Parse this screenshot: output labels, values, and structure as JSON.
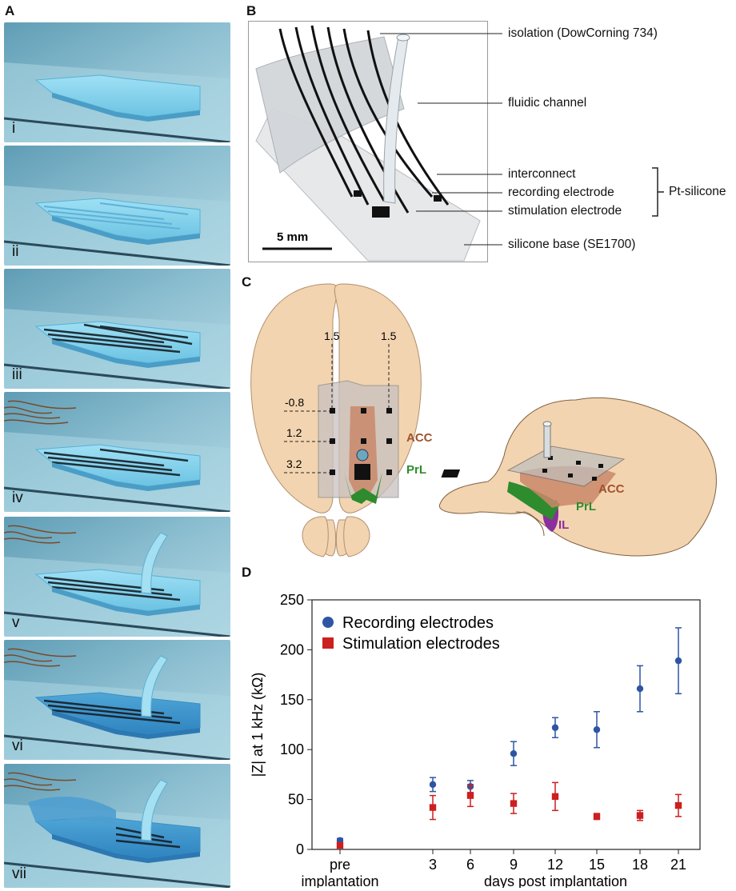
{
  "panels": {
    "a": {
      "label": "A",
      "steps": [
        "i",
        "ii",
        "iii",
        "iv",
        "v",
        "vi",
        "vii"
      ]
    },
    "b": {
      "label": "B",
      "callouts": {
        "isolation": "isolation (DowCorning 734)",
        "fluidic": "fluidic channel",
        "interconnect": "interconnect",
        "recording": "recording electrode",
        "stimulation": "stimulation electrode",
        "pt_silicone": "Pt-silicone",
        "base": "silicone base (SE1700)"
      },
      "scale_bar": "5 mm"
    },
    "c": {
      "label": "C",
      "coords": {
        "ap_left": "1.5",
        "ap_right": "1.5",
        "ml_1": "-0.8",
        "ml_2": "1.2",
        "ml_3": "3.2"
      },
      "regions": {
        "acc": "ACC",
        "prl": "PrL",
        "il": "IL"
      },
      "colors": {
        "acc": "#a0522d",
        "prl": "#2e8b2e",
        "il": "#8b2f9e",
        "brain": "#f3d4b0"
      }
    },
    "d": {
      "label": "D",
      "chart_data": {
        "type": "scatter",
        "ylabel": "|Z| at 1 kHz (kΩ)",
        "xlabel": "days post implantation",
        "ylim": [
          0,
          250
        ],
        "yticks": [
          0,
          50,
          100,
          150,
          200,
          250
        ],
        "categories": [
          "pre implantation",
          "3",
          "6",
          "9",
          "12",
          "15",
          "18",
          "21"
        ],
        "legend_position": "top-left",
        "series": [
          {
            "name": "Recording electrodes",
            "color": "#2e55a4",
            "marker": "circle",
            "values": [
              9,
              65,
              63,
              96,
              122,
              120,
              161,
              189
            ],
            "errors": [
              2,
              7,
              6,
              12,
              10,
              18,
              23,
              33
            ]
          },
          {
            "name": "Stimulation electrodes",
            "color": "#cc1f1f",
            "marker": "square",
            "values": [
              4,
              42,
              54,
              46,
              53,
              33,
              34,
              44
            ],
            "errors": [
              2,
              12,
              11,
              10,
              14,
              3,
              5,
              11
            ]
          }
        ]
      }
    }
  }
}
